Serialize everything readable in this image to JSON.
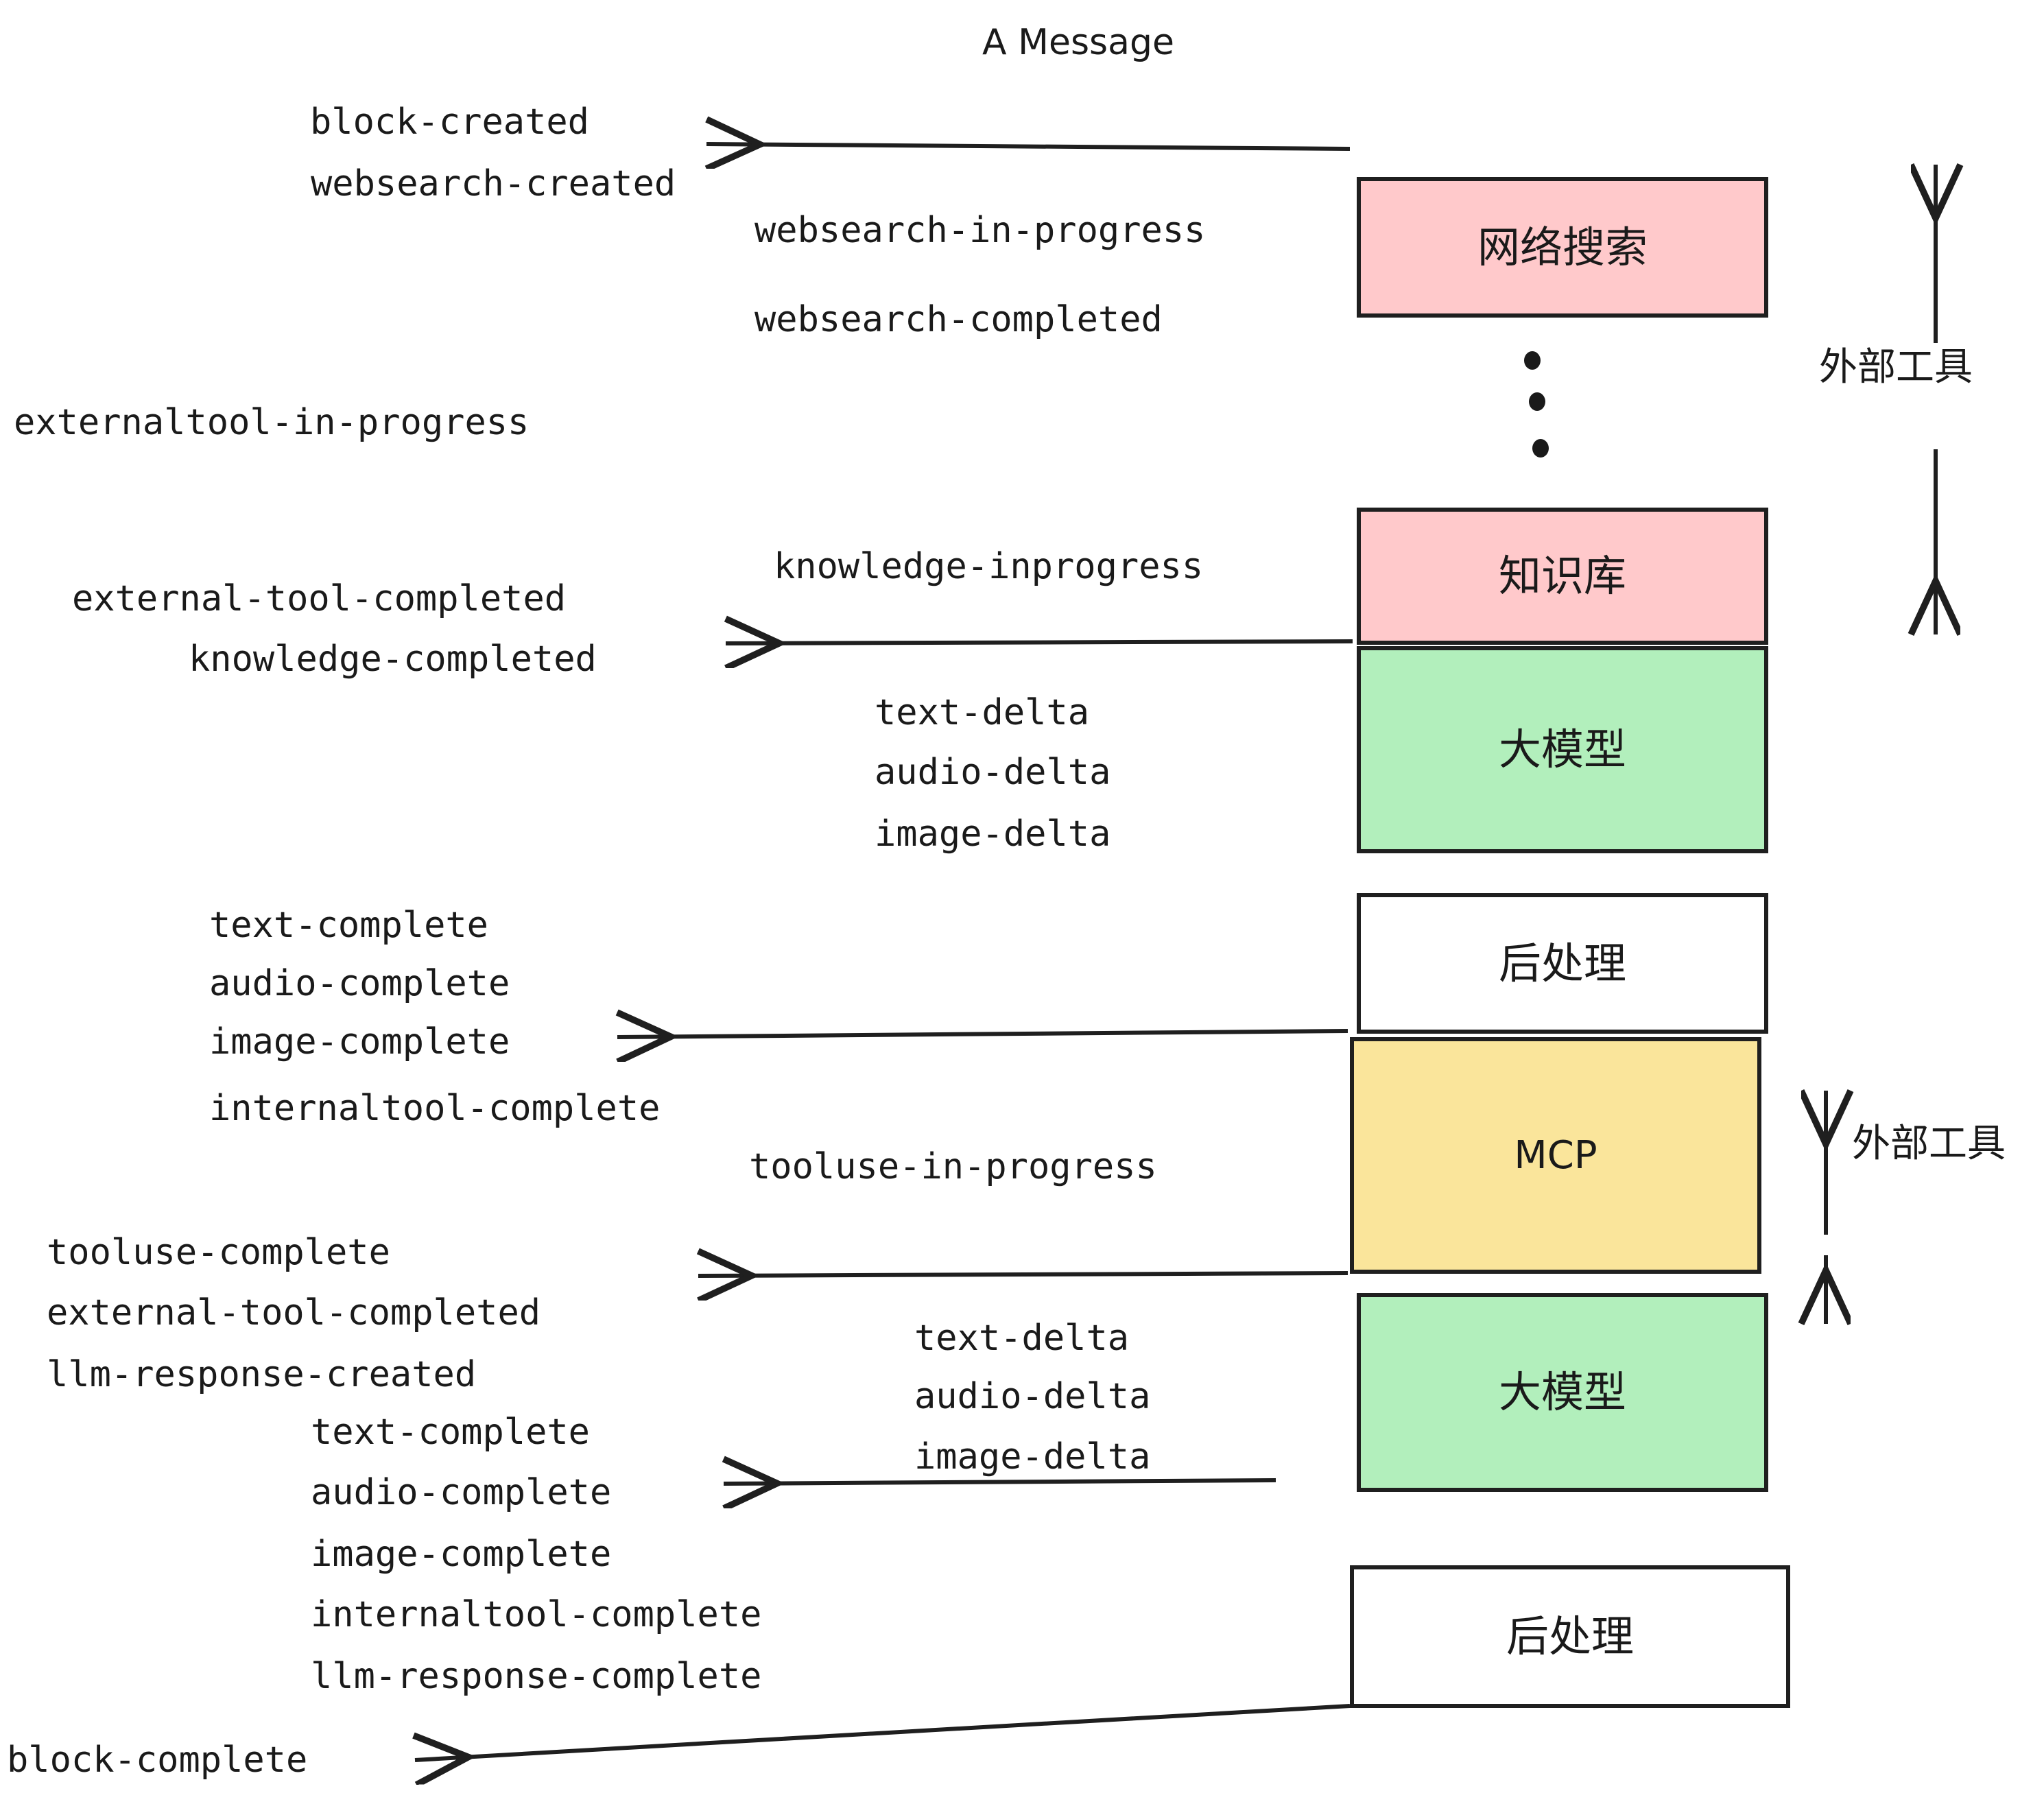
{
  "title": "A Message",
  "colors": {
    "pink": "#FFC9CB",
    "green": "#B2EFBC",
    "yellow": "#FAE59B",
    "white": "#FFFFFF",
    "stroke": "#1F1F1F",
    "text": "#1A1A1A"
  },
  "boxes": [
    {
      "id": "websearch",
      "label": "网络搜索",
      "fill": "#FFC9CB"
    },
    {
      "id": "knowledge",
      "label": "知识库",
      "fill": "#FFC9CB"
    },
    {
      "id": "llm-1",
      "label": "大模型",
      "fill": "#B2EFBC"
    },
    {
      "id": "postprocess-1",
      "label": "后处理",
      "fill": "#FFFFFF"
    },
    {
      "id": "mcp",
      "label": "MCP",
      "fill": "#FAE59B"
    },
    {
      "id": "llm-2",
      "label": "大模型",
      "fill": "#B2EFBC"
    },
    {
      "id": "postprocess-2",
      "label": "后处理",
      "fill": "#FFFFFF"
    }
  ],
  "side_labels": [
    {
      "id": "external-tool-top",
      "label": "外部工具"
    },
    {
      "id": "external-tool-bottom",
      "label": "外部工具"
    }
  ],
  "events": {
    "block_created": "block-created",
    "websearch_created": "websearch-created",
    "websearch_in_progress": "websearch-in-progress",
    "websearch_completed": "websearch-completed",
    "externaltool_in_progress": "externaltool-in-progress",
    "knowledge_inprogress": "knowledge-inprogress",
    "external_tool_completed_1": "external-tool-completed",
    "knowledge_completed": "knowledge-completed",
    "text_delta_1": "text-delta",
    "audio_delta_1": "audio-delta",
    "image_delta_1": "image-delta",
    "text_complete_1": "text-complete",
    "audio_complete_1": "audio-complete",
    "image_complete_1": "image-complete",
    "internaltool_complete_1": "internaltool-complete",
    "tooluse_in_progress": "tooluse-in-progress",
    "tooluse_complete": "tooluse-complete",
    "external_tool_completed_2": "external-tool-completed",
    "llm_response_created": "llm-response-created",
    "text_delta_2": "text-delta",
    "audio_delta_2": "audio-delta",
    "image_delta_2": "image-delta",
    "text_complete_2": "text-complete",
    "audio_complete_2": "audio-complete",
    "image_complete_2": "image-complete",
    "internaltool_complete_2": "internaltool-complete",
    "llm_response_complete": "llm-response-complete",
    "block_complete": "block-complete"
  }
}
